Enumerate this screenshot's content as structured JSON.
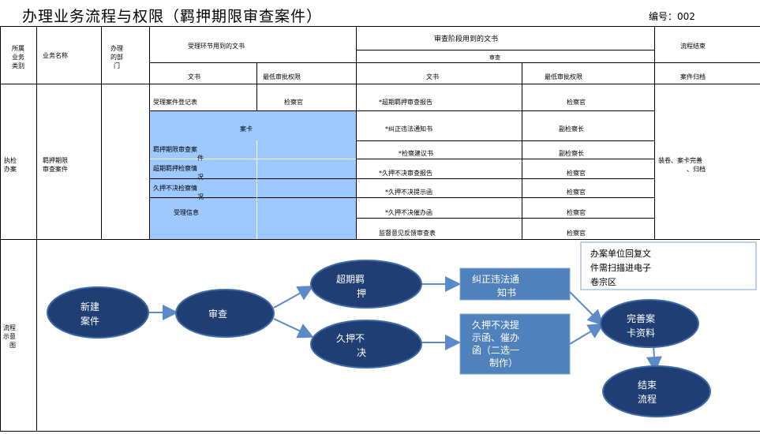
{
  "title": "办理业务流程与权限（羁押期限审查案件）",
  "doc_no": "编号：002",
  "table": {
    "h_category": [
      "所属",
      "业务",
      "类别"
    ],
    "h_business": "业务名称",
    "h_dept": [
      "办理",
      "的部",
      "门"
    ],
    "h_accept_docs": "受理环节用到的文书",
    "h_review_docs": "审查阶段用到的文书",
    "h_review_sub": "审查",
    "h_flow_end": "流程结束",
    "h_doc": "文书",
    "h_min_auth": "最低审批权限",
    "h_doc2": "文书",
    "h_min_auth2": "最低审批权限",
    "h_case_file": "案件归档",
    "row_category": [
      "执检",
      "办案"
    ],
    "row_business": [
      "羁押期限",
      "审查案件"
    ],
    "accept_rows": [
      {
        "doc": "受理案件登记表",
        "auth": "检察官"
      }
    ],
    "case_card": "案卡",
    "blue_rows": [
      [
        "羁押期限审查案",
        "件"
      ],
      [
        "超期羁押检察情",
        "况"
      ],
      [
        "久押不决检察情",
        "况"
      ],
      [
        "受理信息",
        ""
      ]
    ],
    "review_rows": [
      {
        "doc": "*超期羁押审查报告",
        "auth": "检察官"
      },
      {
        "doc": "*纠正违法通知书",
        "auth": "副检察长"
      },
      {
        "doc": "*检察建议书",
        "auth": "副检察长"
      },
      {
        "doc": "*久押不决审查报告",
        "auth": "检察官"
      },
      {
        "doc": "*久押不决提示函",
        "auth": "检察官"
      },
      {
        "doc": "*久押不决催办函",
        "auth": "检察官"
      },
      {
        "doc": "监督意见反馈审查表",
        "auth": "检察官"
      }
    ],
    "end_text": [
      "装卷、案卡完善",
      "、归档"
    ],
    "diagram_label": [
      "流程",
      "示意",
      "图"
    ]
  },
  "flow": {
    "node_new": [
      "新建",
      "案件"
    ],
    "node_review": "审查",
    "node_overdue": [
      "超期羁",
      "押"
    ],
    "node_longheld": [
      "久押不",
      "决"
    ],
    "box_correct": [
      "纠正违法通",
      "知书"
    ],
    "box_prompt": [
      "久押不决提",
      "示函、催办",
      "函（二选一",
      "制作）"
    ],
    "node_complete": [
      "完善案",
      "卡资料"
    ],
    "node_end": [
      "结束",
      "流程"
    ],
    "note": [
      "办案单位回复文",
      "件需扫描进电子",
      "卷宗区"
    ],
    "colors": {
      "node": "#1f3f74",
      "box": "#4f81bd",
      "arrow": "#5b8ac8",
      "cell_blue": "#9ec9ff"
    }
  }
}
